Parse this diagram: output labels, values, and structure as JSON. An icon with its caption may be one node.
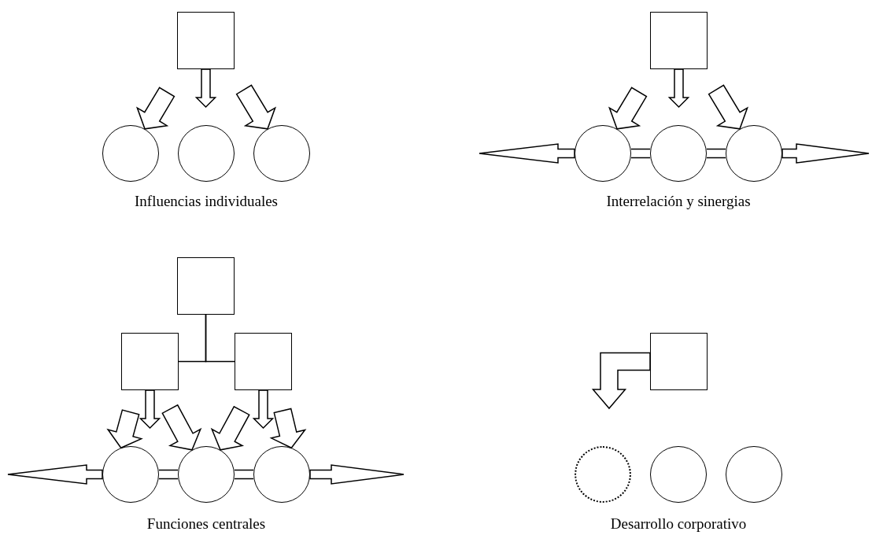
{
  "diagram": {
    "nodes": [
      {
        "text": [],
        "shape": "box"
      },
      {
        "text": [],
        "shape": "circle"
      },
      {
        "text": [],
        "shape": "circle"
      },
      {
        "text": [],
        "shape": "circle"
      },
      {
        "text": [],
        "shape": "box"
      },
      {
        "text": [],
        "shape": "circle"
      },
      {
        "text": [],
        "shape": "circle"
      },
      {
        "text": [],
        "shape": "circle"
      },
      {
        "text": [],
        "shape": "box"
      },
      {
        "text": [],
        "shape": "box"
      },
      {
        "text": [],
        "shape": "box"
      },
      {
        "text": [],
        "shape": "circle"
      },
      {
        "text": [],
        "shape": "circle"
      },
      {
        "text": [],
        "shape": "circle"
      },
      {
        "text": [],
        "shape": "box"
      },
      {
        "text": [],
        "shape": "circle"
      },
      {
        "text": [],
        "shape": "circle"
      },
      {
        "text": [],
        "shape": "circle"
      }
    ],
    "edges": [
      {
        "from": null,
        "to": 1,
        "arrow": "to"
      },
      {
        "from": 0,
        "to": null,
        "arrow": "to"
      },
      {
        "from": null,
        "to": 3,
        "arrow": "to"
      },
      {
        "from": null,
        "to": 5,
        "arrow": "to"
      },
      {
        "from": 4,
        "to": null,
        "arrow": "to"
      },
      {
        "from": null,
        "to": 7,
        "arrow": "to"
      },
      {
        "from": 5,
        "to": 6,
        "arrow": "none"
      },
      {
        "from": 6,
        "to": 7,
        "arrow": "none"
      },
      {
        "from": 5,
        "to": null,
        "arrow": "to"
      },
      {
        "from": 7,
        "to": null,
        "arrow": "to"
      },
      {
        "from": 8,
        "to": 9,
        "arrow": "none"
      },
      {
        "from": 8,
        "to": 10,
        "arrow": "none"
      },
      {
        "from": null,
        "to": 11,
        "arrow": "to"
      },
      {
        "from": 9,
        "to": null,
        "arrow": "to"
      },
      {
        "from": null,
        "to": 12,
        "arrow": "to"
      },
      {
        "from": null,
        "to": 12,
        "arrow": "to"
      },
      {
        "from": 10,
        "to": null,
        "arrow": "to"
      },
      {
        "from": null,
        "to": 13,
        "arrow": "to"
      },
      {
        "from": 11,
        "to": 12,
        "arrow": "none"
      },
      {
        "from": 12,
        "to": 13,
        "arrow": "none"
      },
      {
        "from": 11,
        "to": null,
        "arrow": "to"
      },
      {
        "from": 13,
        "to": null,
        "arrow": "to"
      },
      {
        "from": 14,
        "to": null,
        "arrow": "to"
      }
    ],
    "labels": [
      "Influencias individuales",
      "Interrelación y sinergias",
      "Funciones centrales",
      "Desarrollo corporativo"
    ]
  }
}
